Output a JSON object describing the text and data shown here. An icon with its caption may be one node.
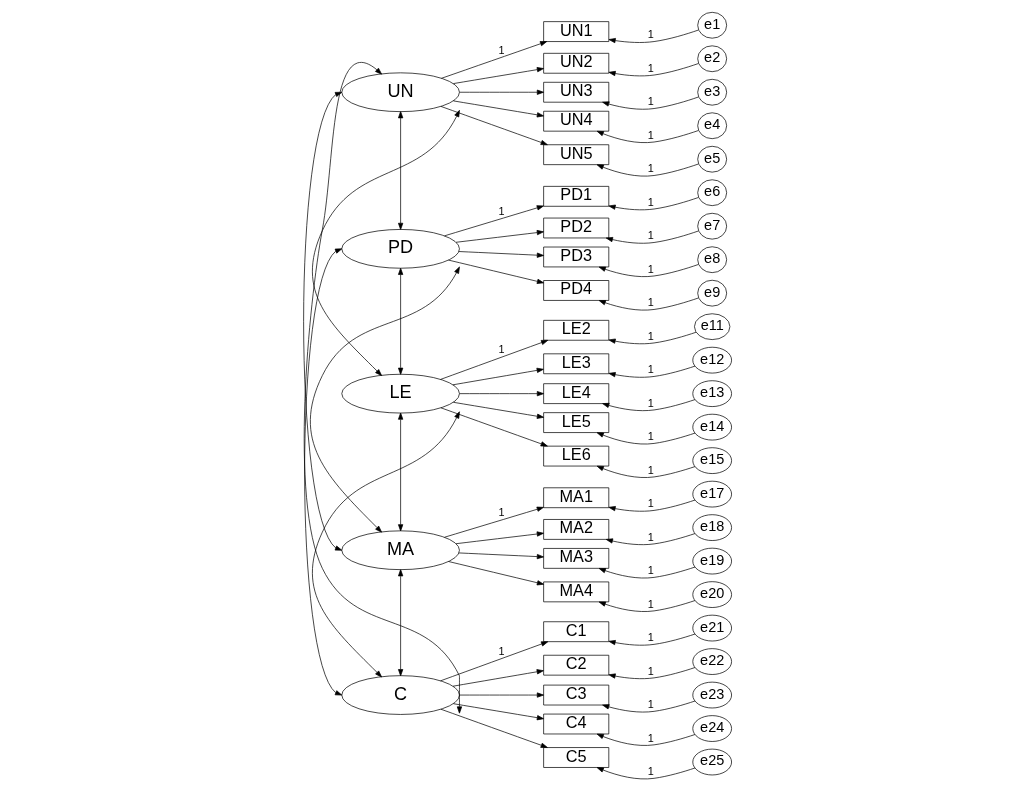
{
  "diagram": {
    "nodes": [
      {
        "text": [
          "UN"
        ]
      },
      {
        "text": [
          "UN1"
        ]
      },
      {
        "text": [
          "UN2"
        ]
      },
      {
        "text": [
          "UN3"
        ]
      },
      {
        "text": [
          "UN4"
        ]
      },
      {
        "text": [
          "UN5"
        ]
      },
      {
        "text": [
          "e1"
        ]
      },
      {
        "text": [
          "e2"
        ]
      },
      {
        "text": [
          "e3"
        ]
      },
      {
        "text": [
          "e4"
        ]
      },
      {
        "text": [
          "e5"
        ]
      },
      {
        "text": [
          "PD"
        ]
      },
      {
        "text": [
          "PD1"
        ]
      },
      {
        "text": [
          "PD2"
        ]
      },
      {
        "text": [
          "PD3"
        ]
      },
      {
        "text": [
          "PD4"
        ]
      },
      {
        "text": [
          "e6"
        ]
      },
      {
        "text": [
          "e7"
        ]
      },
      {
        "text": [
          "e8"
        ]
      },
      {
        "text": [
          "e9"
        ]
      },
      {
        "text": [
          "LE"
        ]
      },
      {
        "text": [
          "LE2"
        ]
      },
      {
        "text": [
          "LE3"
        ]
      },
      {
        "text": [
          "LE4"
        ]
      },
      {
        "text": [
          "LE5"
        ]
      },
      {
        "text": [
          "LE6"
        ]
      },
      {
        "text": [
          "e11"
        ]
      },
      {
        "text": [
          "e12"
        ]
      },
      {
        "text": [
          "e13"
        ]
      },
      {
        "text": [
          "e14"
        ]
      },
      {
        "text": [
          "e15"
        ]
      },
      {
        "text": [
          "MA"
        ]
      },
      {
        "text": [
          "MA1"
        ]
      },
      {
        "text": [
          "MA2"
        ]
      },
      {
        "text": [
          "MA3"
        ]
      },
      {
        "text": [
          "MA4"
        ]
      },
      {
        "text": [
          "e17"
        ]
      },
      {
        "text": [
          "e18"
        ]
      },
      {
        "text": [
          "e19"
        ]
      },
      {
        "text": [
          "e20"
        ]
      },
      {
        "text": [
          "C"
        ]
      },
      {
        "text": [
          "C1"
        ]
      },
      {
        "text": [
          "C2"
        ]
      },
      {
        "text": [
          "C3"
        ]
      },
      {
        "text": [
          "C4"
        ]
      },
      {
        "text": [
          "C5"
        ]
      },
      {
        "text": [
          "e21"
        ]
      },
      {
        "text": [
          "e22"
        ]
      },
      {
        "text": [
          "e23"
        ]
      },
      {
        "text": [
          "e24"
        ]
      },
      {
        "text": [
          "e25"
        ]
      }
    ],
    "edges": [
      {
        "from": 0,
        "to": 1,
        "arrow": "to",
        "label": "1"
      },
      {
        "from": 0,
        "to": 2,
        "arrow": "to"
      },
      {
        "from": 0,
        "to": 3,
        "arrow": "to"
      },
      {
        "from": 0,
        "to": 4,
        "arrow": "to"
      },
      {
        "from": 0,
        "to": 5,
        "arrow": "to"
      },
      {
        "from": 6,
        "to": 1,
        "arrow": "to",
        "label": "1"
      },
      {
        "from": 7,
        "to": 2,
        "arrow": "to",
        "label": "1"
      },
      {
        "from": 8,
        "to": 3,
        "arrow": "to",
        "label": "1"
      },
      {
        "from": 9,
        "to": 4,
        "arrow": "to",
        "label": "1"
      },
      {
        "from": 10,
        "to": 5,
        "arrow": "to",
        "label": "1"
      },
      {
        "from": 11,
        "to": 12,
        "arrow": "to",
        "label": "1"
      },
      {
        "from": 11,
        "to": 13,
        "arrow": "to"
      },
      {
        "from": 11,
        "to": 14,
        "arrow": "to"
      },
      {
        "from": 11,
        "to": 15,
        "arrow": "to"
      },
      {
        "from": 16,
        "to": 12,
        "arrow": "to",
        "label": "1"
      },
      {
        "from": 17,
        "to": 13,
        "arrow": "to",
        "label": "1"
      },
      {
        "from": 18,
        "to": 14,
        "arrow": "to",
        "label": "1"
      },
      {
        "from": 19,
        "to": 15,
        "arrow": "to",
        "label": "1"
      },
      {
        "from": 20,
        "to": 21,
        "arrow": "to",
        "label": "1"
      },
      {
        "from": 20,
        "to": 22,
        "arrow": "to"
      },
      {
        "from": 20,
        "to": 23,
        "arrow": "to"
      },
      {
        "from": 20,
        "to": 24,
        "arrow": "to"
      },
      {
        "from": 20,
        "to": 25,
        "arrow": "to"
      },
      {
        "from": 26,
        "to": 21,
        "arrow": "to",
        "label": "1"
      },
      {
        "from": 27,
        "to": 22,
        "arrow": "to",
        "label": "1"
      },
      {
        "from": 28,
        "to": 23,
        "arrow": "to",
        "label": "1"
      },
      {
        "from": 29,
        "to": 24,
        "arrow": "to",
        "label": "1"
      },
      {
        "from": 30,
        "to": 25,
        "arrow": "to",
        "label": "1"
      },
      {
        "from": 31,
        "to": 32,
        "arrow": "to",
        "label": "1"
      },
      {
        "from": 31,
        "to": 33,
        "arrow": "to"
      },
      {
        "from": 31,
        "to": 34,
        "arrow": "to"
      },
      {
        "from": 31,
        "to": 35,
        "arrow": "to"
      },
      {
        "from": 36,
        "to": 32,
        "arrow": "to",
        "label": "1"
      },
      {
        "from": 37,
        "to": 33,
        "arrow": "to",
        "label": "1"
      },
      {
        "from": 38,
        "to": 34,
        "arrow": "to",
        "label": "1"
      },
      {
        "from": 39,
        "to": 35,
        "arrow": "to",
        "label": "1"
      },
      {
        "from": 40,
        "to": 41,
        "arrow": "to",
        "label": "1"
      },
      {
        "from": 40,
        "to": 42,
        "arrow": "to"
      },
      {
        "from": 40,
        "to": 43,
        "arrow": "to"
      },
      {
        "from": 40,
        "to": 44,
        "arrow": "to"
      },
      {
        "from": 40,
        "to": 45,
        "arrow": "to"
      },
      {
        "from": 46,
        "to": 41,
        "arrow": "to",
        "label": "1"
      },
      {
        "from": 47,
        "to": 42,
        "arrow": "to",
        "label": "1"
      },
      {
        "from": 48,
        "to": 43,
        "arrow": "to",
        "label": "1"
      },
      {
        "from": 49,
        "to": 44,
        "arrow": "to",
        "label": "1"
      },
      {
        "from": 50,
        "to": 45,
        "arrow": "to",
        "label": "1"
      },
      {
        "from": 0,
        "to": 11,
        "arrow": "both"
      },
      {
        "from": 0,
        "to": 20,
        "arrow": "both"
      },
      {
        "from": 0,
        "to": 31,
        "arrow": "both"
      },
      {
        "from": 0,
        "to": 40,
        "arrow": "both"
      },
      {
        "from": 11,
        "to": 20,
        "arrow": "both"
      },
      {
        "from": 11,
        "to": 31,
        "arrow": "both"
      },
      {
        "from": 11,
        "to": 40,
        "arrow": "both"
      },
      {
        "from": 20,
        "to": 31,
        "arrow": "both"
      },
      {
        "from": 20,
        "to": 40,
        "arrow": "both"
      },
      {
        "from": 31,
        "to": 40,
        "arrow": "both"
      }
    ]
  }
}
